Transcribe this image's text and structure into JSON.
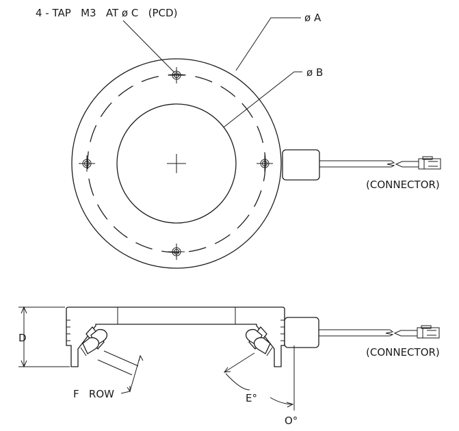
{
  "labels": {
    "tap_note": "4 - TAP   M3   AT ø C   (PCD)",
    "dia_a": "ø A",
    "dia_b": "ø B",
    "connector_top": "(CONNECTOR)",
    "connector_bottom": "(CONNECTOR)",
    "height_d": "D",
    "rows_f": "F   ROW",
    "angle_e": "E°",
    "angle_o": "O°"
  }
}
